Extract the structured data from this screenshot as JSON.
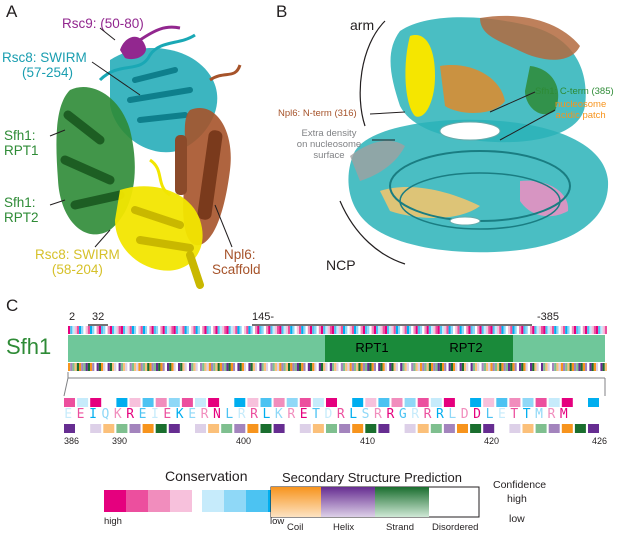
{
  "panels": {
    "a": "A",
    "b": "B",
    "c": "C"
  },
  "panel_a": {
    "rsc9": "Rsc9: (50-80)",
    "rsc8_swirm_top_1": "Rsc8: SWIRM",
    "rsc8_swirm_top_2": "(57-254)",
    "sfh1_rpt1_1": "Sfh1:",
    "sfh1_rpt1_2": "RPT1",
    "sfh1_rpt2_1": "Sfh1:",
    "sfh1_rpt2_2": "RPT2",
    "rsc8_swirm_bot_1": "Rsc8: SWIRM",
    "rsc8_swirm_bot_2": "(58-204)",
    "npl6_1": "Npl6:",
    "npl6_2": "Scaffold"
  },
  "panel_b": {
    "arm": "arm",
    "ncp": "NCP",
    "npl6_nterm": "Npl6: N-term (316)",
    "extra_density_1": "Extra density",
    "extra_density_2": "on nucleosome",
    "extra_density_3": "surface",
    "sfh1_cterm": "Sfh1: C-term (385)",
    "acidic_1": "nucleosome",
    "acidic_2": "acidic patch"
  },
  "panel_c": {
    "protein": "Sfh1",
    "tick_2": "2",
    "tick_32": "32",
    "tick_145": "145-",
    "tick_385": "-385",
    "rpt1": "RPT1",
    "rpt2": "RPT2",
    "sequence": [
      "E",
      "E",
      "I",
      "Q",
      "K",
      "R",
      "E",
      "I",
      "E",
      "K",
      "E",
      "R",
      "N",
      "L",
      "R",
      "R",
      "L",
      "K",
      "R",
      "E",
      "T",
      "D",
      "R",
      "L",
      "S",
      "R",
      "R",
      "G",
      "R",
      "R",
      "R",
      "L",
      "D",
      "D",
      "L",
      "E",
      "T",
      "T",
      "M",
      "R",
      "M"
    ],
    "seq_numbers": [
      "386",
      "390",
      "400",
      "410",
      "420",
      "426"
    ]
  },
  "legend": {
    "conservation_title": "Conservation",
    "high": "high",
    "low": "low",
    "ss_title": "Secondary Structure Prediction",
    "coil": "Coil",
    "helix": "Helix",
    "strand": "Strand",
    "disordered": "Disordered",
    "confidence": "Confidence",
    "conf_high": "high",
    "conf_low": "low"
  },
  "colors": {
    "magenta": "#e5007e",
    "cyan": "#00aeef",
    "green_rpt": "#1a8a3a",
    "light_green": "#6fc79a",
    "orange": "#f7941d",
    "purple": "#662d91",
    "brown": "#a0522d",
    "yellow": "#f2e600",
    "teal": "#2ab3b8",
    "rsc9_purple": "#92278f",
    "rsc8_teal": "#1a9eb0",
    "rsc8_gold": "#d6c12a",
    "sfh1_green": "#2e8b36",
    "npl6_brown": "#a6532a"
  }
}
